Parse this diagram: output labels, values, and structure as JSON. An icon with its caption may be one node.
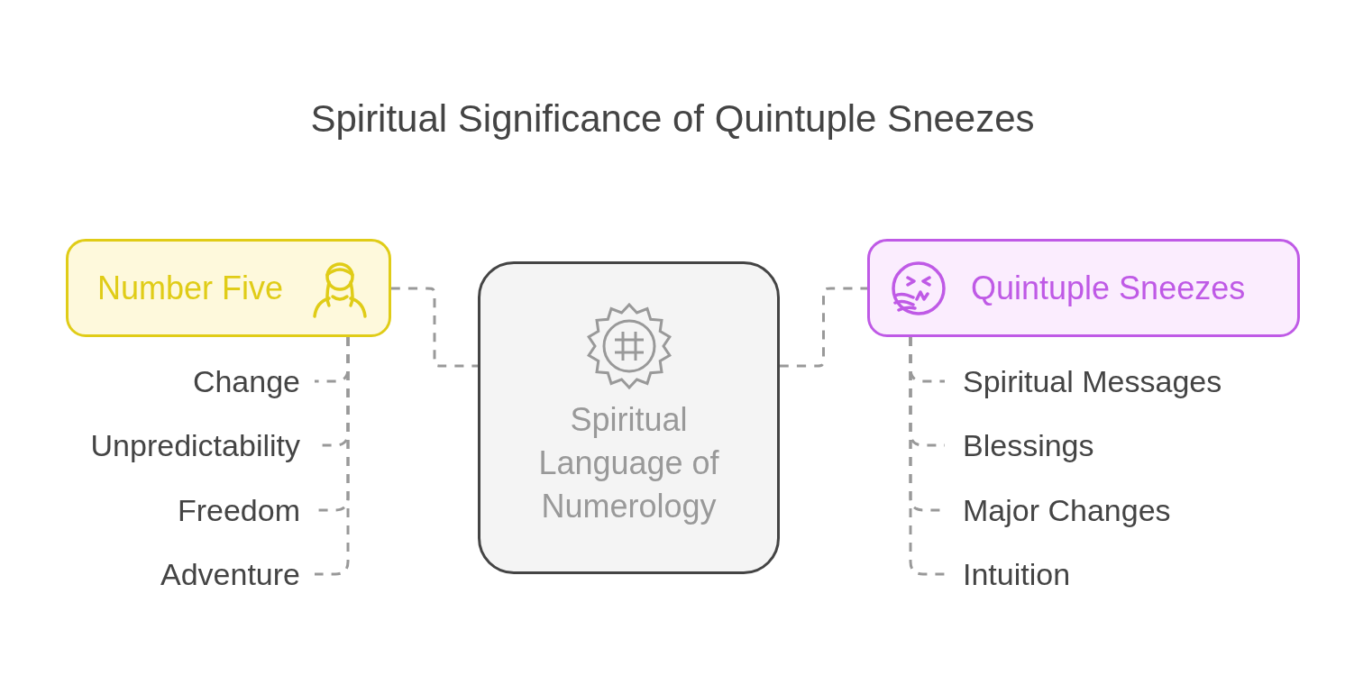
{
  "diagram": {
    "title": "Spiritual Significance of Quintuple Sneezes",
    "nodes": [
      {
        "text": [
          "Spiritual Language of Numerology"
        ]
      },
      {
        "text": [
          "Number Five"
        ]
      },
      {
        "text": [
          "Quintuple Sneezes"
        ]
      },
      {
        "text": [
          "Change"
        ]
      },
      {
        "text": [
          "Unpredictability"
        ]
      },
      {
        "text": [
          "Freedom"
        ]
      },
      {
        "text": [
          "Adventure"
        ]
      },
      {
        "text": [
          "Spiritual Messages"
        ]
      },
      {
        "text": [
          "Blessings"
        ]
      },
      {
        "text": [
          "Major Changes"
        ]
      },
      {
        "text": [
          "Intuition"
        ]
      }
    ],
    "edges": [
      {
        "from": 1,
        "to": 0,
        "arrow": "none"
      },
      {
        "from": 0,
        "to": 2,
        "arrow": "none"
      },
      {
        "from": 1,
        "to": 3,
        "arrow": "none"
      },
      {
        "from": 1,
        "to": 4,
        "arrow": "none"
      },
      {
        "from": 1,
        "to": 5,
        "arrow": "none"
      },
      {
        "from": 1,
        "to": 6,
        "arrow": "none"
      },
      {
        "from": 2,
        "to": 7,
        "arrow": "none"
      },
      {
        "from": 2,
        "to": 8,
        "arrow": "none"
      },
      {
        "from": 2,
        "to": 9,
        "arrow": "none"
      },
      {
        "from": 2,
        "to": 10,
        "arrow": "none"
      }
    ]
  }
}
